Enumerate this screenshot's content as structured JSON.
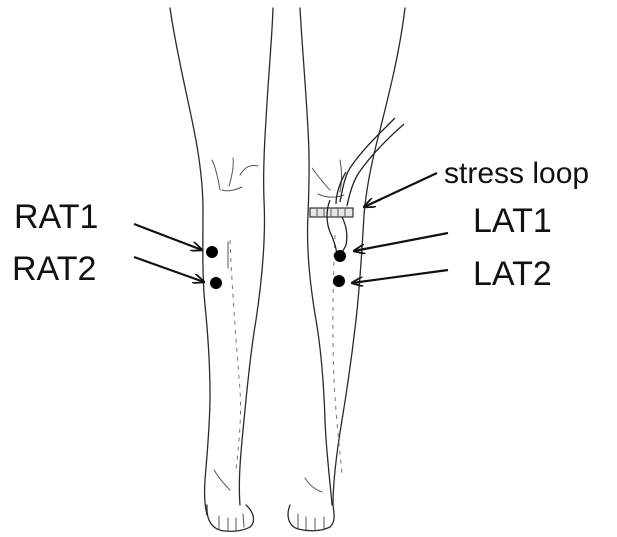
{
  "labels": {
    "rat1": "RAT1",
    "rat2": "RAT2",
    "lat1": "LAT1",
    "lat2": "LAT2",
    "stress_loop": "stress loop"
  },
  "colors": {
    "ink": "#111111",
    "background": "#ffffff",
    "band": "#e6e6e6"
  }
}
